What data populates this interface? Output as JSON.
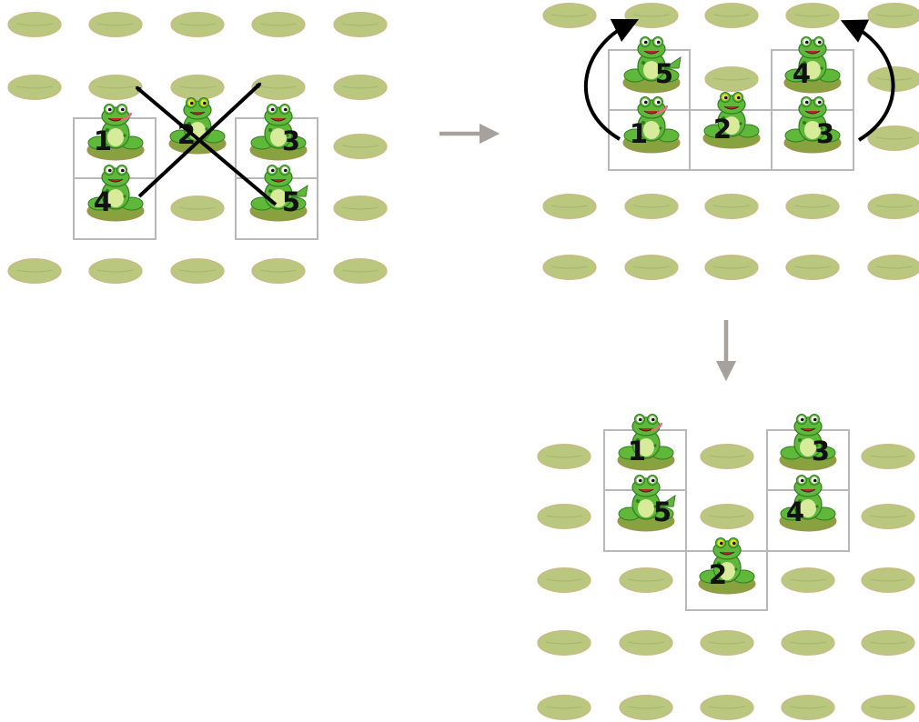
{
  "panels": [
    {
      "id": "start",
      "frogs": [
        {
          "number": "1",
          "pose": "tongue"
        },
        {
          "number": "2",
          "pose": "bug-eyed"
        },
        {
          "number": "3",
          "pose": "sitting"
        },
        {
          "number": "4",
          "pose": "smiling"
        },
        {
          "number": "5",
          "pose": "leaping"
        }
      ]
    },
    {
      "id": "after-cross-jumps",
      "frogs": [
        {
          "number": "1",
          "pose": "tongue"
        },
        {
          "number": "2",
          "pose": "bug-eyed"
        },
        {
          "number": "3",
          "pose": "sitting"
        },
        {
          "number": "4",
          "pose": "smiling"
        },
        {
          "number": "5",
          "pose": "leaping"
        }
      ]
    },
    {
      "id": "final",
      "frogs": [
        {
          "number": "1",
          "pose": "tongue"
        },
        {
          "number": "2",
          "pose": "bug-eyed"
        },
        {
          "number": "3",
          "pose": "sitting"
        },
        {
          "number": "4",
          "pose": "smiling"
        },
        {
          "number": "5",
          "pose": "leaping"
        }
      ]
    }
  ],
  "colors": {
    "lily_pad": "#b9c77f",
    "frog_body": "#5fb83a",
    "frog_dark": "#2f7d21",
    "grid_line": "#b8b8b8",
    "move_arrow": "#000000",
    "step_arrow": "#a6a19c"
  }
}
